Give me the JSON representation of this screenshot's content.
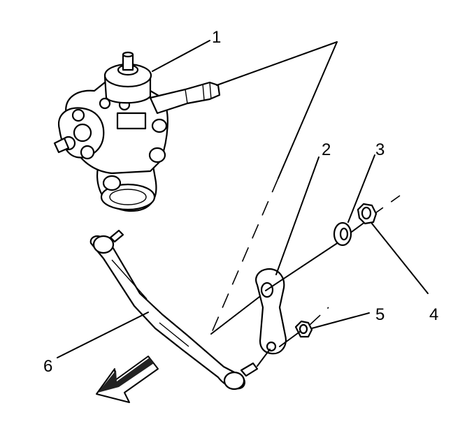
{
  "callouts": [
    {
      "id": "1",
      "label": "1"
    },
    {
      "id": "2",
      "label": "2"
    },
    {
      "id": "3",
      "label": "3"
    },
    {
      "id": "4",
      "label": "4"
    },
    {
      "id": "5",
      "label": "5"
    },
    {
      "id": "6",
      "label": "6"
    }
  ],
  "arrow_icon": "front-direction-arrow-icon"
}
